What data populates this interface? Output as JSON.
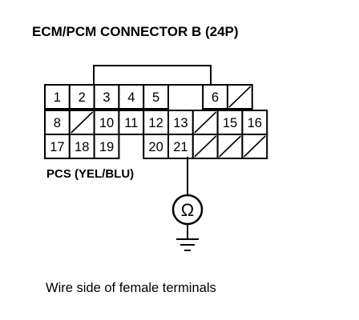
{
  "title": "ECM/PCM CONNECTOR B (24P)",
  "wire_label": "PCS (YEL/BLU)",
  "meter_symbol": "Ω",
  "caption": "Wire side of female terminals",
  "connector": {
    "rows": [
      [
        {
          "type": "pin",
          "label": "1"
        },
        {
          "type": "pin",
          "label": "2"
        },
        {
          "type": "pin",
          "label": "3"
        },
        {
          "type": "pin",
          "label": "4"
        },
        {
          "type": "pin",
          "label": "5"
        },
        {
          "type": "gap"
        },
        {
          "type": "pin",
          "label": "6"
        },
        {
          "type": "empty"
        }
      ],
      [
        {
          "type": "pin",
          "label": "8"
        },
        {
          "type": "empty"
        },
        {
          "type": "pin",
          "label": "10"
        },
        {
          "type": "pin",
          "label": "11"
        },
        {
          "type": "pin",
          "label": "12"
        },
        {
          "type": "pin",
          "label": "13"
        },
        {
          "type": "empty"
        },
        {
          "type": "pin",
          "label": "15"
        },
        {
          "type": "pin",
          "label": "16"
        }
      ],
      [
        {
          "type": "pin",
          "label": "17"
        },
        {
          "type": "pin",
          "label": "18"
        },
        {
          "type": "pin",
          "label": "19"
        },
        {
          "type": "gap"
        },
        {
          "type": "pin",
          "label": "20"
        },
        {
          "type": "pin",
          "label": "21"
        },
        {
          "type": "empty"
        },
        {
          "type": "empty"
        },
        {
          "type": "empty"
        }
      ]
    ],
    "probe_terminal": "21"
  }
}
